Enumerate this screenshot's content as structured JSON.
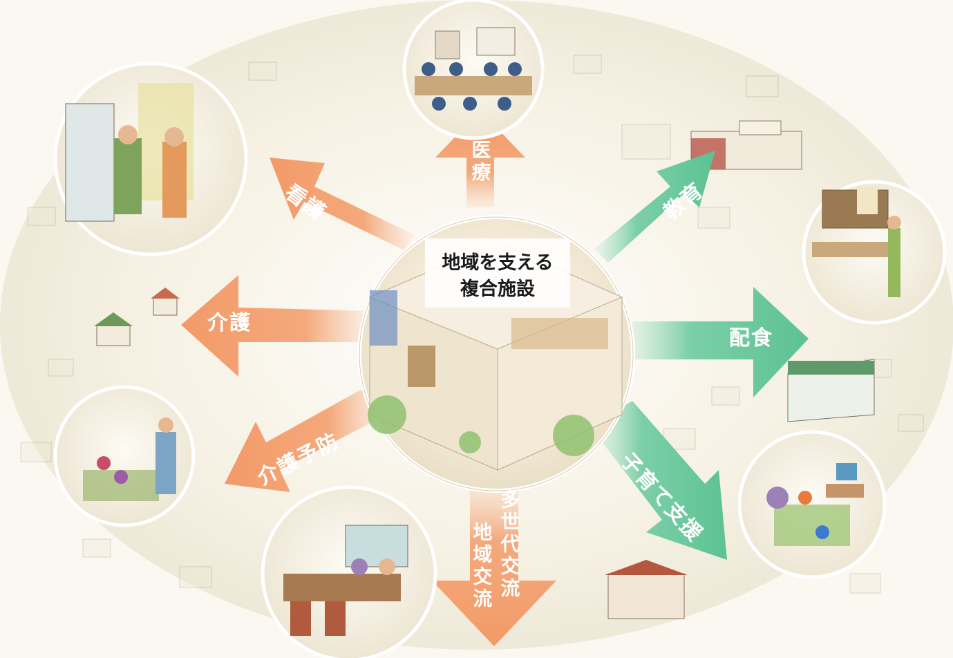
{
  "center": {
    "title_line1": "地域を支える",
    "title_line2": "複合施設"
  },
  "services": {
    "medical": "医療",
    "nursing": "看護",
    "care": "介護",
    "care_prevention": "介護予防",
    "exchange_a": "多世代交流",
    "exchange_b": "地域交流",
    "education": "教育",
    "meal_delivery": "配食",
    "childcare_support": "子育て支援"
  },
  "colors": {
    "care_arrow": "#f4a97c",
    "community_arrow": "#6fc9a0",
    "background": "#fbf8f1"
  }
}
